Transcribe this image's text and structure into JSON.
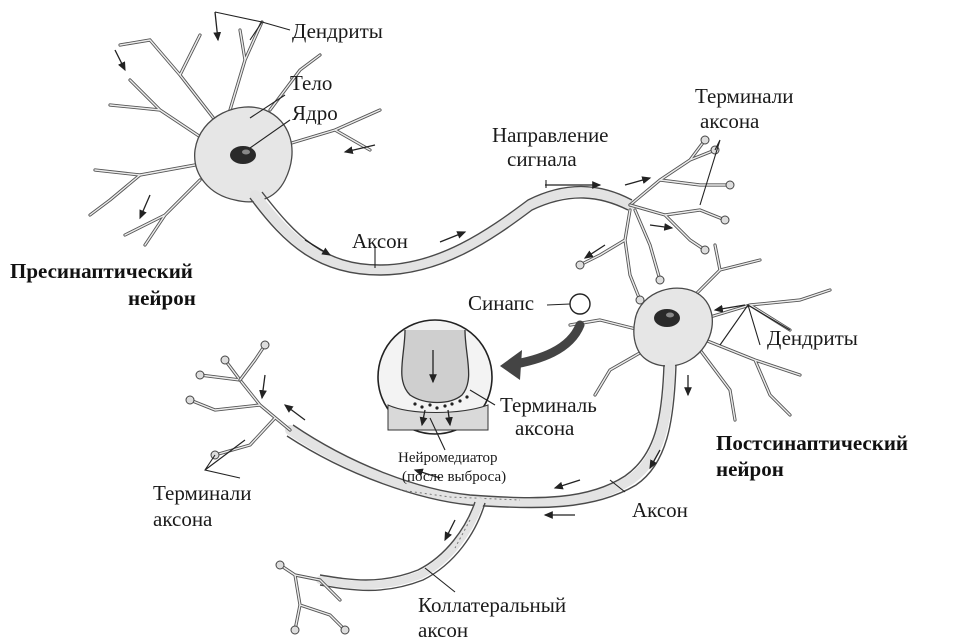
{
  "labels": {
    "dendrites_top": "Дендриты",
    "body": "Тело",
    "nucleus": "Ядро",
    "signal_direction_line1": "Направление",
    "signal_direction_line2": "сигнала",
    "axon_terminals_top_line1": "Терминали",
    "axon_terminals_top_line2": "аксона",
    "axon_top": "Аксон",
    "presynaptic_line1": "Пресинаптический",
    "presynaptic_line2": "нейрон",
    "synapse": "Синапс",
    "dendrites_right": "Дендриты",
    "terminal_inset_line1": "Терминаль",
    "terminal_inset_line2": "аксона",
    "neurotransmitter_line1": "Нейромедиатор",
    "neurotransmitter_line2": "(после выброса)",
    "postsynaptic_line1": "Постсинаптический",
    "postsynaptic_line2": "нейрон",
    "axon_terminals_left_line1": "Терминали",
    "axon_terminals_left_line2": "аксона",
    "axon_bottom": "Аксон",
    "collateral_line1": "Коллатеральный",
    "collateral_line2": "аксон"
  }
}
